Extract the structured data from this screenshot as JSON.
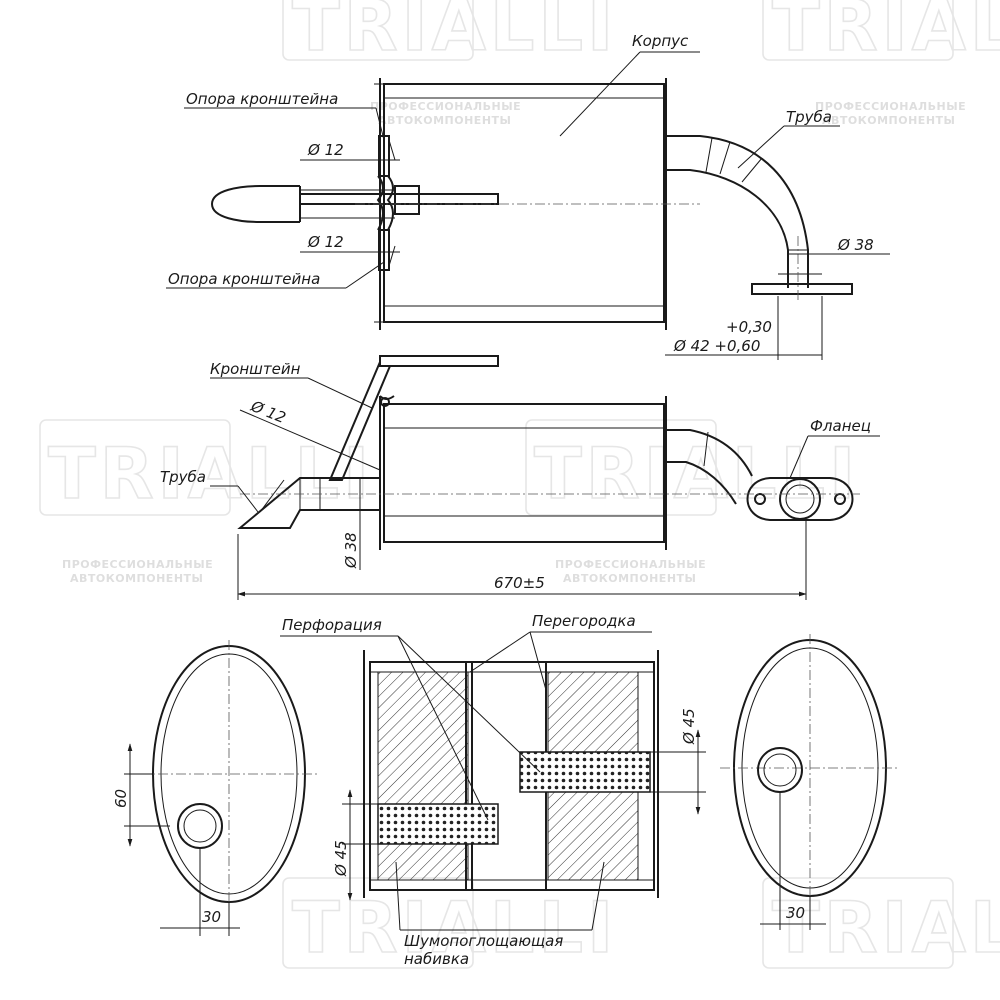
{
  "watermark": {
    "brand": "TRIALLI",
    "subtitle_line1": "ПРОФЕССИОНАЛЬНЫЕ",
    "subtitle_line2": "АВТОКОМПОНЕНТЫ"
  },
  "labels": {
    "korpus": "Корпус",
    "opora_top": "Опора кронштейна",
    "opora_bottom": "Опора кронштейна",
    "truba_top": "Труба",
    "kronshtein": "Кронштейн",
    "flanets": "Фланец",
    "truba_side": "Труба",
    "perforatsiya": "Перфорация",
    "peregorodka": "Перегородка",
    "shumo_line1": "Шумопоглощающая",
    "shumo_line2": "набивка"
  },
  "dimensions": {
    "d12_top": "Ø 12",
    "d12_bottom": "Ø 12",
    "d38_top": "Ø 38",
    "tol_upper": "+0,30",
    "d42": "Ø 42 +0,60",
    "d12_side": "Ø 12",
    "d38_side": "Ø 38",
    "length": "670±5",
    "d45_right": "Ø 45",
    "d45_left": "Ø 45",
    "dim_60": "60",
    "dim_30_left": "30",
    "dim_30_right": "30"
  },
  "colors": {
    "line": "#1a1a1a",
    "watermark": "#e6e6e6"
  }
}
